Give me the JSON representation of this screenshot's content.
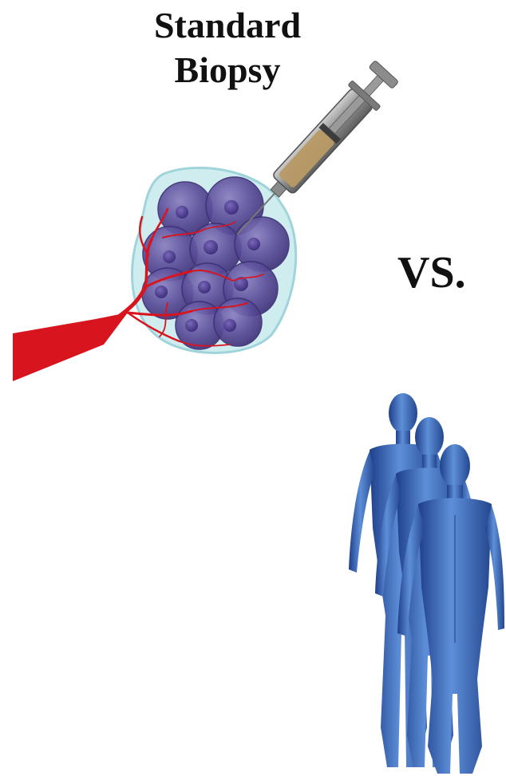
{
  "title": {
    "line1": "Standard",
    "line2": "Biopsy"
  },
  "comparison_label": "VS.",
  "illustrations": {
    "biopsy": {
      "icon": "syringe-icon",
      "target": "tumor-cell-cluster-icon",
      "vessel": "blood-vessel-icon"
    },
    "population": {
      "icon": "human-figures-icon",
      "count": 3
    }
  },
  "colors": {
    "tumor_cell": "#5b4e9a",
    "tumor_cell_dark": "#3d3075",
    "tumor_halo": "#bfe6ea",
    "blood_vessel": "#d8141e",
    "syringe_body": "#9a9a9a",
    "syringe_sample": "#b89a64",
    "human_figure": "#3d6fc0"
  }
}
